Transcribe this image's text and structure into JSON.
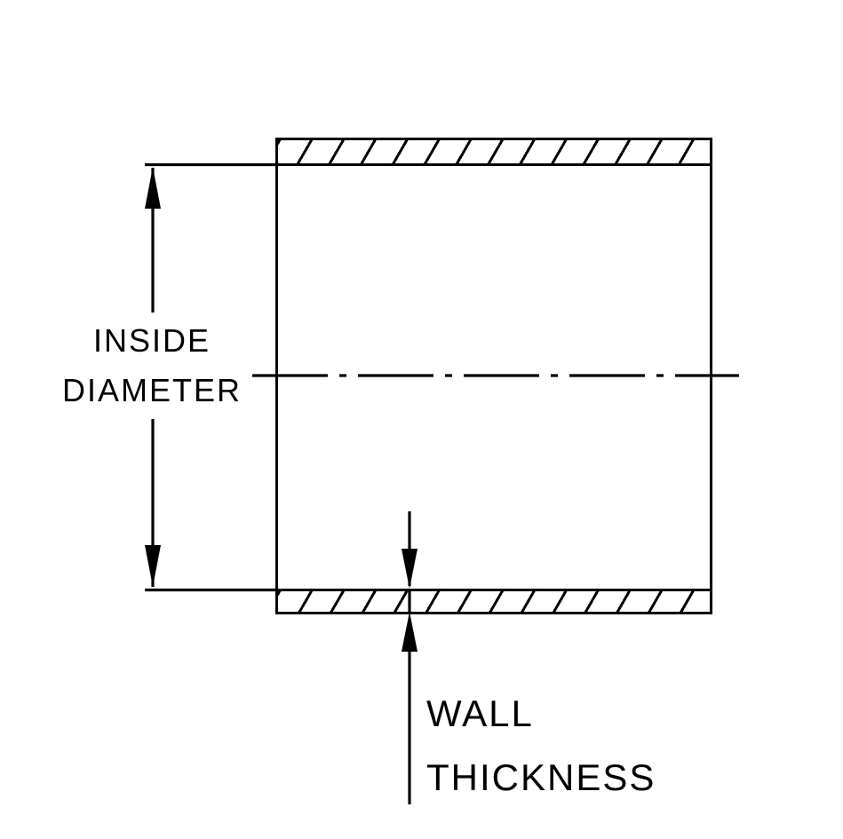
{
  "diagram": {
    "inside_diameter_label": {
      "line1": "INSIDE",
      "line2": "DIAMETER"
    },
    "wall_thickness_label": {
      "line1": "WALL",
      "line2": "THICKNESS"
    }
  },
  "colors": {
    "line": "#000000",
    "background": "#ffffff"
  }
}
